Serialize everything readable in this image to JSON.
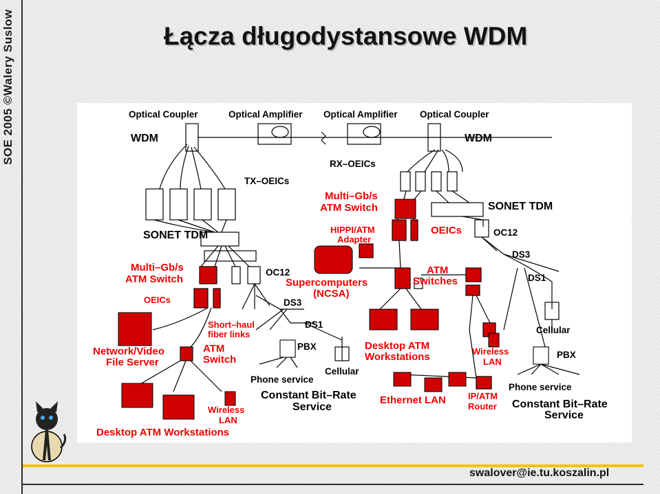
{
  "sidebar": {
    "text": "SOE 2005 ©Walery Suslow"
  },
  "title": "Łącza długodystansowe WDM",
  "diagram": {
    "optical_coupler_left": "Optical Coupler",
    "optical_amplifier_left": "Optical Amplifier",
    "optical_amplifier_right": "Optical Amplifier",
    "optical_coupler_right": "Optical Coupler",
    "wdm_left": "WDM",
    "wdm_right": "WDM",
    "rx_oeics": "RX–OEICs",
    "tx_oeics": "TX–OEICs",
    "multi_gbs_top": "Multi–Gb/s",
    "atm_switch_top": "ATM Switch",
    "sonet_tdm_right": "SONET TDM",
    "hippi_atm": "HIPPI/ATM",
    "adapter": "Adapter",
    "oeics_right": "OEICs",
    "oc12_right": "OC12",
    "sonet_tdm_left": "SONET TDM",
    "ds3_right": "DS3",
    "multi_gbs_left": "Multi–Gb/s",
    "atm_switch_left": "ATM Switch",
    "oc12_left": "OC12",
    "supercomputers": "Supercomputers",
    "ncsa": "(NCSA)",
    "atm": "ATM",
    "switches": "Switches",
    "ds1_right": "DS1",
    "oeics_left": "OEICs",
    "ds3_center": "DS3",
    "short_haul": "Short–haul",
    "fiber_links": "fiber links",
    "ds1_center": "DS1",
    "cellular_right": "Cellular",
    "desktop_atm_center": "Desktop ATM",
    "workstations_center": "Workstations",
    "network_video": "Network/Video",
    "file_server": "File Server",
    "pbx_center": "PBX",
    "atm_small": "ATM",
    "switch_small": "Switch",
    "cellular_center": "Cellular",
    "wireless_lan_right_1": "Wireless",
    "wireless_lan_right_2": "LAN",
    "pbx_right": "PBX",
    "phone_service_center": "Phone service",
    "phone_service_right": "Phone service",
    "ip_atm": "IP/ATM",
    "router": "Router",
    "constant_bitrate_center": "Constant Bit–Rate",
    "service_center": "Service",
    "ethernet_lan": "Ethernet LAN",
    "constant_bitrate_right": "Constant Bit–Rate",
    "service_right": "Service",
    "wireless_left_1": "Wireless",
    "wireless_left_2": "LAN",
    "desktop_atm_workstations_left": "Desktop ATM Workstations"
  },
  "footer": {
    "email": "swalover@ie.tu.koszalin.pl"
  },
  "colors": {
    "accent_red": "#e00000",
    "rule_yellow": "#f1c40f"
  }
}
